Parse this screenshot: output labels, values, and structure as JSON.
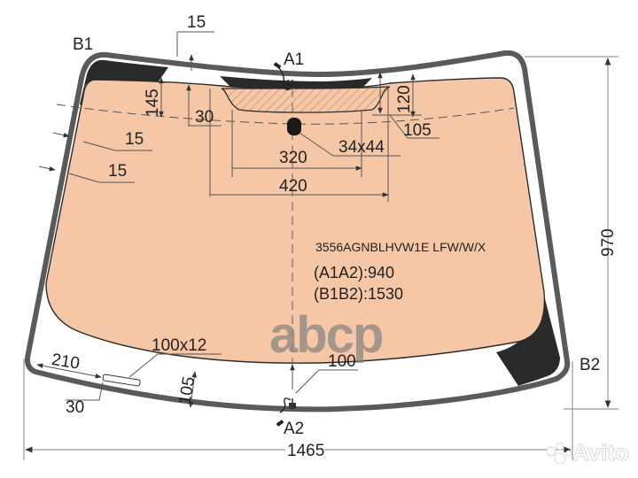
{
  "diagram": {
    "title": "Windshield dimension drawing",
    "colors": {
      "glass": "#f6c7a6",
      "frame": "#5a5a5a",
      "black_band": "#2a2a2a",
      "outline": "#2b2b2b",
      "watermark": "#8a8682"
    },
    "points": {
      "b1": "B1",
      "b2": "B2",
      "a1": "A1",
      "a2": "A2"
    },
    "dimensions": {
      "top_edge_gap": "15",
      "left_band_depth": "145",
      "shade_band_offset": "30",
      "shade_band_height": "120",
      "shade_dash_offset": "105",
      "sensor_size": "34x44",
      "inner_width_320": "320",
      "inner_width_420": "420",
      "side_gap_upper": "15",
      "side_gap_lower": "15",
      "wiper_slot_size": "100x12",
      "wiper_slot_from_edge": "210",
      "wiper_slot_from_bottom": "30",
      "bottom_band_left": "105",
      "bottom_band_center": "100",
      "overall_height": "970",
      "overall_width": "1465"
    },
    "info": {
      "part_code": "3556AGNBLHVW1E LFW/W/X",
      "a1a2": "(A1A2):940",
      "b1b2": "(B1B2):1530"
    },
    "watermarks": {
      "abcp": "abcp",
      "avito": "Avito"
    }
  }
}
